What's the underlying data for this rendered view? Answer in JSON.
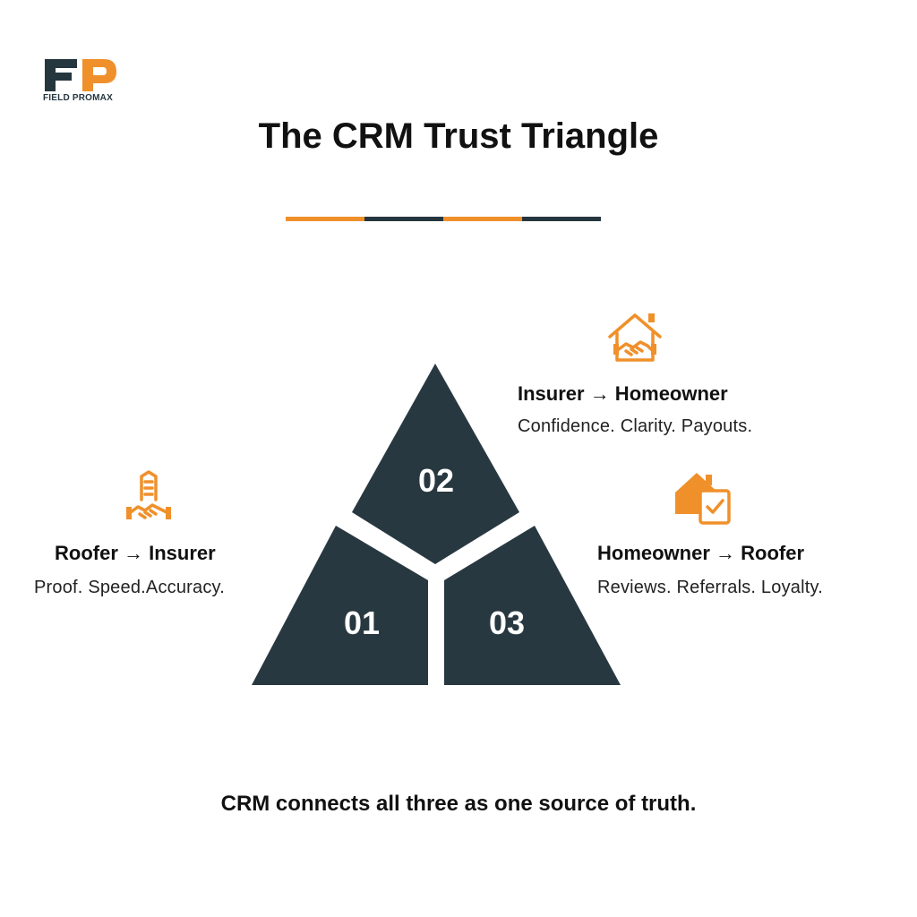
{
  "brand": {
    "name": "FIELD PROMAX",
    "logo_letters": "FP",
    "colors": {
      "orange": "#f0902a",
      "dark": "#26363f"
    }
  },
  "title": "The CRM Trust Triangle",
  "segments": [
    {
      "number": "01",
      "label": "Roofer → Insurer",
      "description": "Proof. Speed.Accuracy.",
      "icon": "building-handshake-icon"
    },
    {
      "number": "02",
      "label": "Insurer → Homeowner",
      "description": "Confidence. Clarity. Payouts.",
      "icon": "house-handshake-icon"
    },
    {
      "number": "03",
      "label": "Homeowner → Roofer",
      "description": "Reviews. Referrals. Loyalty.",
      "icon": "house-document-check-icon"
    }
  ],
  "footer": "CRM connects all three as one source of truth."
}
